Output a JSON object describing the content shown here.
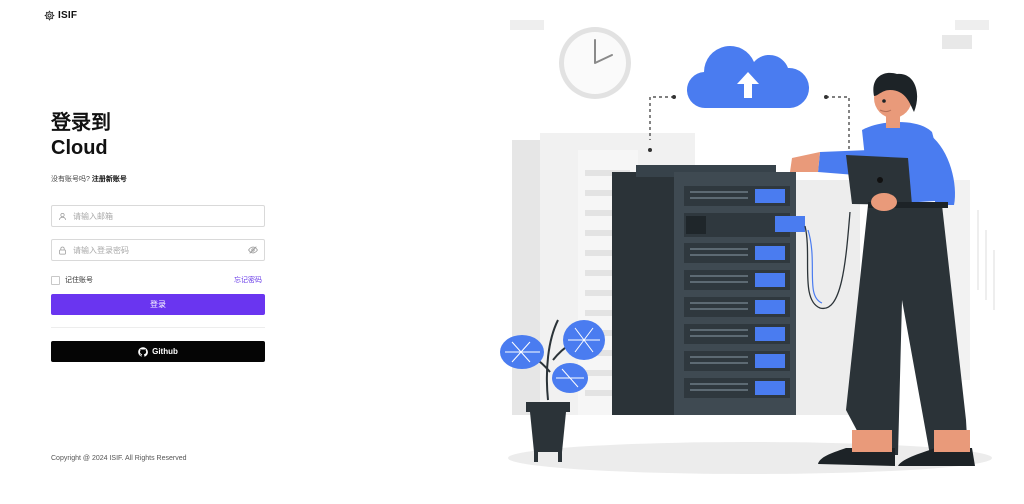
{
  "brand": {
    "name": "ISIF",
    "icon": "gear-icon"
  },
  "heading": {
    "line1": "登录到",
    "line2": "Cloud"
  },
  "signup": {
    "prompt": "没有账号吗?",
    "link": "注册新账号"
  },
  "email_field": {
    "placeholder": "请输入邮箱",
    "value": "",
    "icon": "user-icon"
  },
  "password_field": {
    "placeholder": "请输入登录密码",
    "value": "",
    "icon": "lock-icon",
    "toggle_icon": "eye-icon"
  },
  "remember": {
    "label": "记住账号",
    "checked": false
  },
  "forgot_link": "忘记密码",
  "login_button": "登录",
  "github_button": {
    "label": "Github",
    "icon": "github-icon"
  },
  "footer": {
    "copyright": "Copyright @ 2024 ISIF. All Rights Reserved"
  },
  "colors": {
    "accent": "#6a35f0",
    "github_bg": "#050505",
    "illustration_blue": "#4a7cf0",
    "illustration_dark": "#2b3338"
  }
}
